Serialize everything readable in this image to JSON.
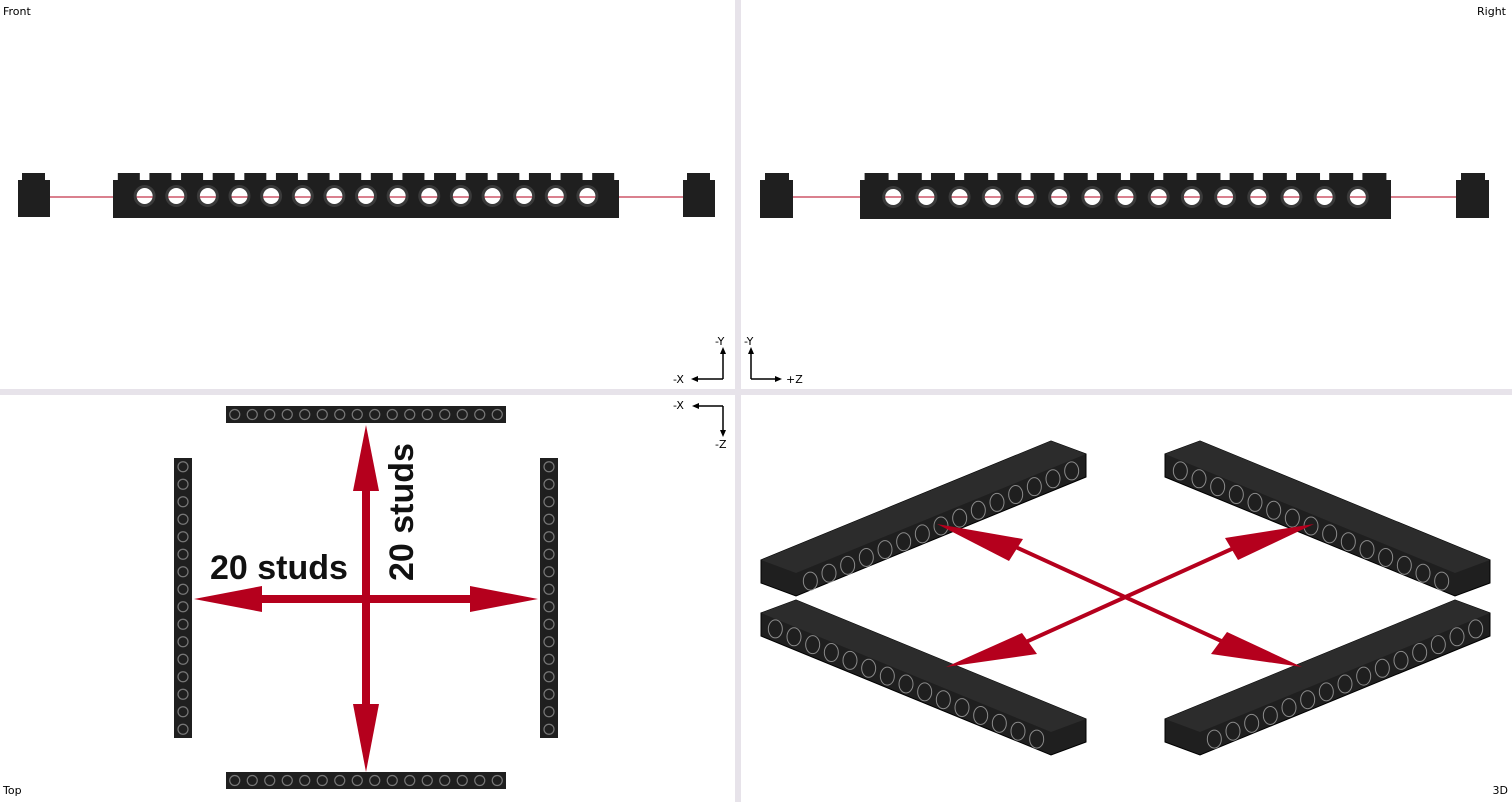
{
  "viewports": {
    "front": {
      "label": "Front",
      "axis": {
        "vertical": "-Y",
        "horizontal": "-X"
      }
    },
    "right": {
      "label": "Right",
      "axis": {
        "vertical": "-Y",
        "horizontal": "+Z"
      }
    },
    "top": {
      "label": "Top",
      "axis": {
        "horizontal": "-X",
        "vertical": "-Z"
      }
    },
    "view3d": {
      "label": "3D"
    }
  },
  "annotations": {
    "horizontal_dimension": "20 studs",
    "vertical_dimension": "20 studs"
  },
  "colors": {
    "brick": "#1f1f1f",
    "brick_edge": "#000000",
    "arrow": "#b5001d",
    "guide_line": "#b5001d",
    "viewport_bg": "#ffffff",
    "separator": "#e7e3ea"
  }
}
